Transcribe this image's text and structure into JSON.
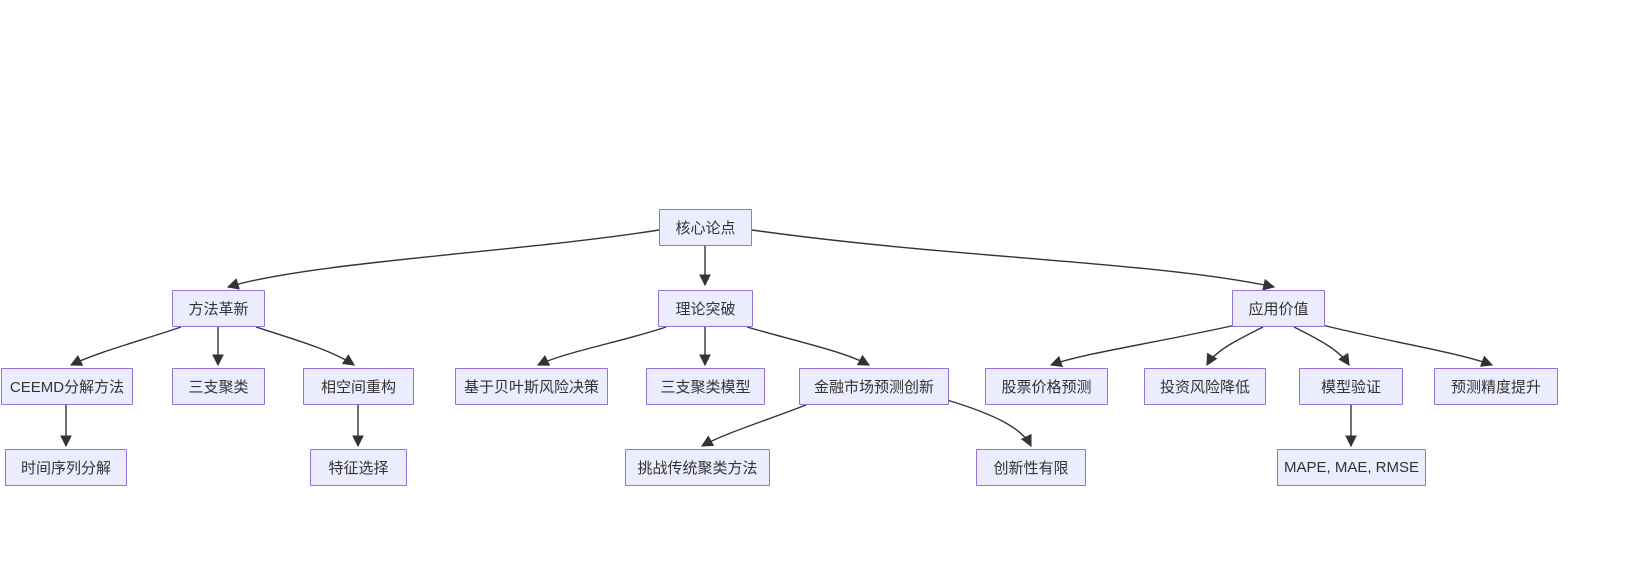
{
  "diagram": {
    "type": "flowchart-top-down",
    "colors": {
      "background": "#ffffff",
      "node_fill": "#ECECFF",
      "node_border": "#9370DB",
      "edge": "#333333",
      "text": "#333333"
    },
    "nodes": [
      {
        "id": "core",
        "label": "核心论点"
      },
      {
        "id": "method",
        "label": "方法革新"
      },
      {
        "id": "theory",
        "label": "理论突破"
      },
      {
        "id": "value",
        "label": "应用价值"
      },
      {
        "id": "ceemd",
        "label": "CEEMD分解方法"
      },
      {
        "id": "threeway",
        "label": "三支聚类"
      },
      {
        "id": "phase",
        "label": "相空间重构"
      },
      {
        "id": "bayes",
        "label": "基于贝叶斯风险决策"
      },
      {
        "id": "twc_model",
        "label": "三支聚类模型"
      },
      {
        "id": "finance",
        "label": "金融市场预测创新"
      },
      {
        "id": "stock",
        "label": "股票价格预测"
      },
      {
        "id": "risk",
        "label": "投资风险降低"
      },
      {
        "id": "validation",
        "label": "模型验证"
      },
      {
        "id": "accuracy",
        "label": "预测精度提升"
      },
      {
        "id": "timeseries",
        "label": "时间序列分解"
      },
      {
        "id": "feature",
        "label": "特征选择"
      },
      {
        "id": "challenge",
        "label": "挑战传统聚类方法"
      },
      {
        "id": "limited",
        "label": "创新性有限"
      },
      {
        "id": "mape",
        "label": "MAPE, MAE, RMSE"
      }
    ],
    "edges": [
      {
        "from": "核心论点",
        "to": "方法革新"
      },
      {
        "from": "核心论点",
        "to": "理论突破"
      },
      {
        "from": "核心论点",
        "to": "应用价值"
      },
      {
        "from": "方法革新",
        "to": "CEEMD分解方法"
      },
      {
        "from": "方法革新",
        "to": "三支聚类"
      },
      {
        "from": "方法革新",
        "to": "相空间重构"
      },
      {
        "from": "理论突破",
        "to": "基于贝叶斯风险决策"
      },
      {
        "from": "理论突破",
        "to": "三支聚类模型"
      },
      {
        "from": "理论突破",
        "to": "金融市场预测创新"
      },
      {
        "from": "应用价值",
        "to": "股票价格预测"
      },
      {
        "from": "应用价值",
        "to": "投资风险降低"
      },
      {
        "from": "应用价值",
        "to": "模型验证"
      },
      {
        "from": "应用价值",
        "to": "预测精度提升"
      },
      {
        "from": "CEEMD分解方法",
        "to": "时间序列分解"
      },
      {
        "from": "相空间重构",
        "to": "特征选择"
      },
      {
        "from": "金融市场预测创新",
        "to": "挑战传统聚类方法"
      },
      {
        "from": "金融市场预测创新",
        "to": "创新性有限"
      },
      {
        "from": "模型验证",
        "to": "MAPE, MAE, RMSE"
      }
    ]
  }
}
